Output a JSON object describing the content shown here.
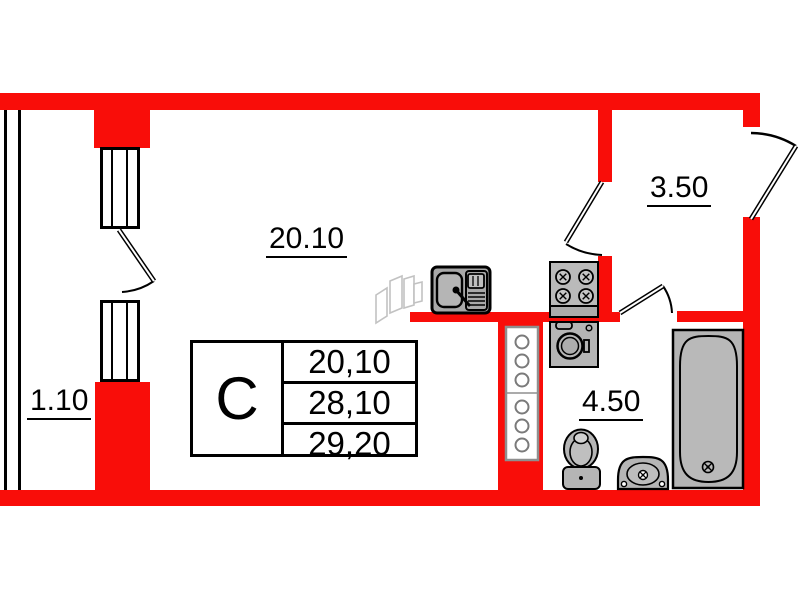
{
  "title": "Studio apartment floor plan",
  "colors": {
    "wall_red": "#f90d09",
    "line_black": "#000000",
    "fixture_gray": "#b5b5b5",
    "light_gray_outline": "#c2c2c2",
    "shaft_outline": "#8f8f8f"
  },
  "rooms": {
    "living": {
      "area_label": "20.10"
    },
    "hallway": {
      "area_label": "3.50"
    },
    "bathroom": {
      "area_label": "4.50"
    },
    "balcony": {
      "area_label": "1.10"
    }
  },
  "info_table": {
    "type_label": "С",
    "rows": [
      "20,10",
      "28,10",
      "29,20"
    ]
  },
  "fixtures": [
    "kitchen-sink",
    "stove",
    "washing-machine",
    "toilet",
    "wash-basin",
    "bathtub",
    "ventilation-shaft",
    "supply-vent"
  ],
  "doors": [
    "balcony-door",
    "living-room-door",
    "bathroom-door",
    "entrance-door"
  ]
}
